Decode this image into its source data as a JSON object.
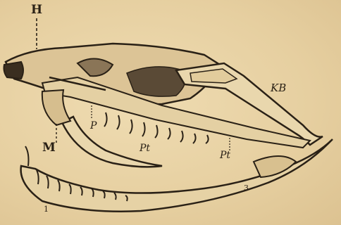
{
  "figure": {
    "labels": {
      "H": "H",
      "M": "M",
      "P": "P",
      "Pt": "Pt",
      "Pt_lower": "Pt",
      "KB": "KB",
      "n1": "1",
      "n3": "3"
    },
    "colors": {
      "paper": "#e8d3a6",
      "ink": "#2a2116"
    }
  }
}
